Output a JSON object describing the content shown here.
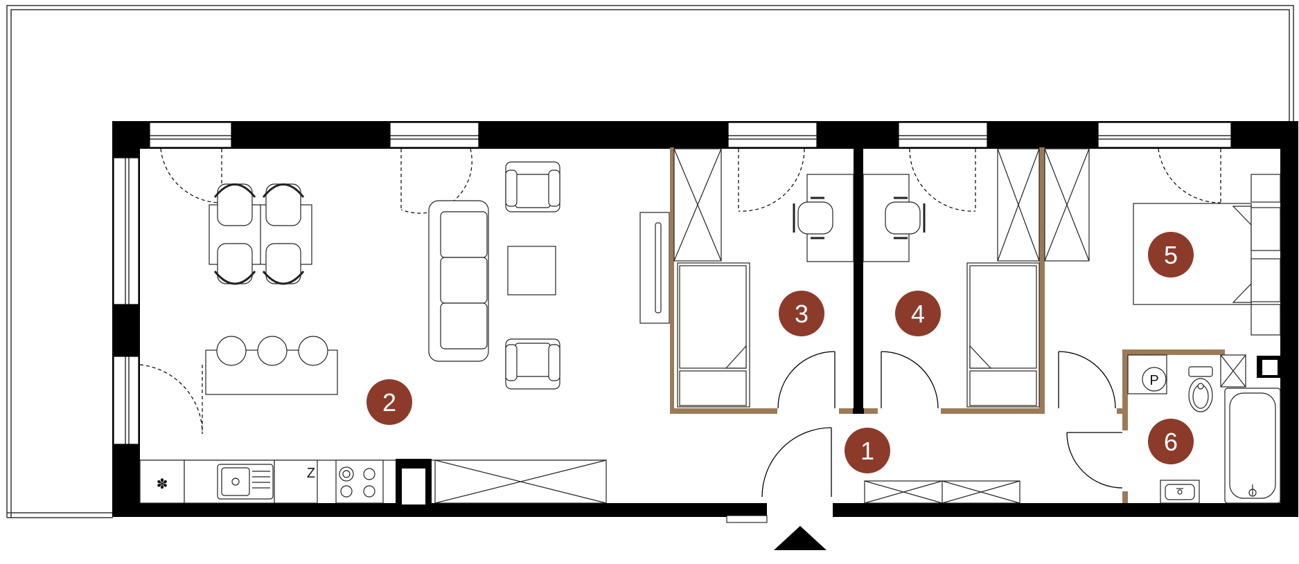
{
  "colors": {
    "wall": "#000000",
    "partition": "#9c7a58",
    "marker": "#8c3b2b",
    "marker_text": "#ffffff",
    "line": "#222222",
    "background": "#ffffff"
  },
  "rooms": [
    {
      "number": "1"
    },
    {
      "number": "2"
    },
    {
      "number": "3"
    },
    {
      "number": "4"
    },
    {
      "number": "5"
    },
    {
      "number": "6"
    }
  ],
  "fixtures": {
    "fridge_symbol": "✽",
    "washing_machine_label": "Z",
    "toilet_label": "P"
  },
  "icons": {
    "fridge": "snowflake-icon",
    "entrance": "entrance-arrow-icon"
  }
}
